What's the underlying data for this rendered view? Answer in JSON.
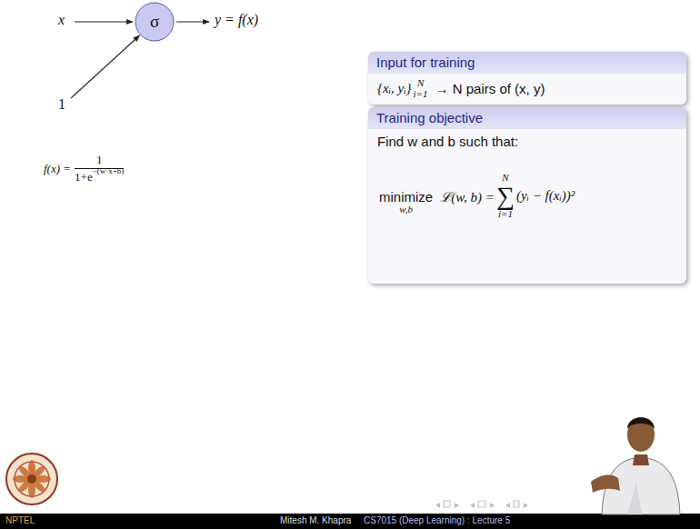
{
  "diagram": {
    "nodes": [
      {
        "text": [
          "σ"
        ]
      },
      {
        "text": [
          "Input for training",
          "{xᵢ, yᵢ}",
          "N",
          "i=1",
          "→ N pairs of (x, y)"
        ]
      },
      {
        "text": [
          "Training objective",
          "Find w and b such that:",
          "minimize",
          "w,b",
          "ℒ(w, b) =",
          "N",
          "∑",
          "i=1",
          "(yᵢ − f(xᵢ))²"
        ]
      }
    ],
    "labels": [
      "x",
      "y = f(x)",
      "1",
      "f(x) =",
      "1",
      "1+e",
      "−(w·x+b)",
      "NPTEL",
      "Mitesh M. Khapra",
      "CS7015 (Deep Learning) : Lecture 5"
    ]
  }
}
